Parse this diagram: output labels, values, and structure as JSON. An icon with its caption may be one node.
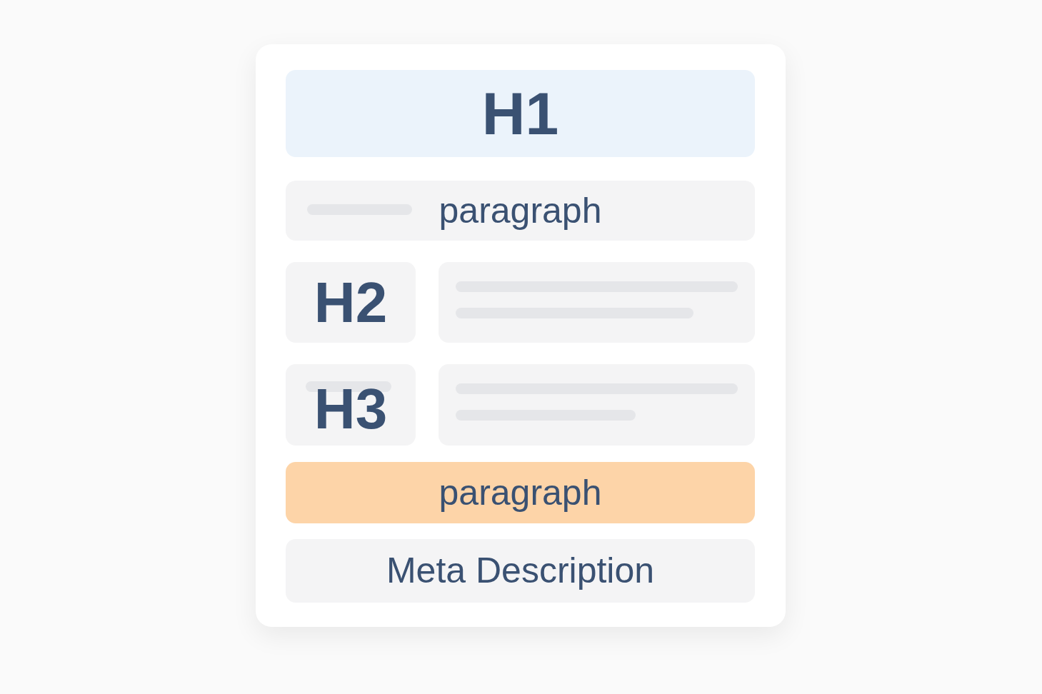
{
  "diagram": {
    "nodes": [
      {
        "text": [],
        "shape": "box"
      },
      {
        "text": [
          "H1"
        ],
        "in": 0
      },
      {
        "text": [
          "paragraph"
        ],
        "in": 0
      },
      {
        "text": [
          "H2"
        ],
        "in": 0
      },
      {
        "text": [],
        "shape": "box",
        "in": 0
      },
      {
        "text": [
          "H3"
        ],
        "in": 0
      },
      {
        "text": [],
        "shape": "box",
        "in": 0
      },
      {
        "text": [
          "paragraph"
        ],
        "in": 0
      },
      {
        "text": [
          "Meta Description"
        ],
        "in": 0
      }
    ]
  }
}
